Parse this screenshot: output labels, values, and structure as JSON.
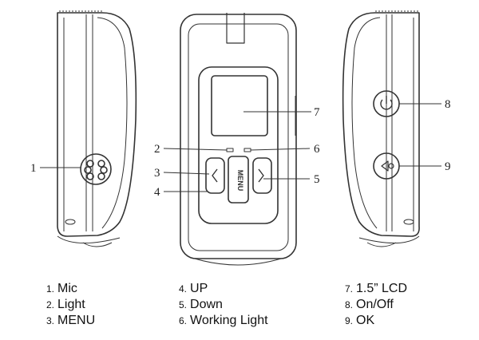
{
  "legend": {
    "col1": [
      {
        "num": "1.",
        "label": "Mic"
      },
      {
        "num": "2.",
        "label": "Light"
      },
      {
        "num": "3.",
        "label": "MENU"
      }
    ],
    "col2": [
      {
        "num": "4.",
        "label": "UP"
      },
      {
        "num": "5.",
        "label": "Down"
      },
      {
        "num": "6.",
        "label": "Working Light"
      }
    ],
    "col3": [
      {
        "num": "7.",
        "label": "1.5” LCD"
      },
      {
        "num": "8.",
        "label": "On/Off"
      },
      {
        "num": "9.",
        "label": "OK"
      }
    ]
  },
  "callouts": [
    "1",
    "2",
    "3",
    "4",
    "5",
    "6",
    "7",
    "8",
    "9"
  ],
  "menu_button_text": "MENU"
}
